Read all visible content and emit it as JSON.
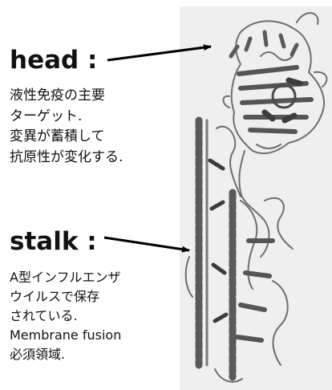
{
  "head": {
    "title": "head :",
    "description_lines": [
      "液性免疫の主要",
      "ターゲット.",
      "変異が蓄積して",
      "抗原性が変化する."
    ]
  },
  "stalk": {
    "title": "stalk :",
    "description_lines": [
      "A型インフルエンザ",
      "ウイルスで保存",
      "されている.",
      "Membrane fusion",
      "必須領域."
    ]
  },
  "colors": {
    "panel_background": "#efefef",
    "ribbon": "#6e6e6e",
    "ribbon_dark": "#3c3c3c",
    "arrow": "#000000",
    "text": "#111111"
  }
}
